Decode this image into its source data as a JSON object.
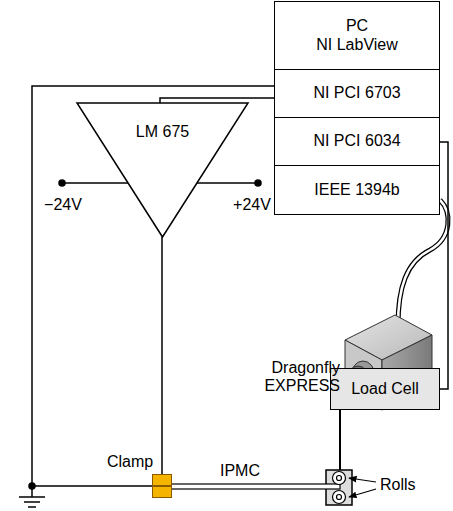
{
  "diagram": {
    "nodes": [
      {
        "text": [
          "PC",
          "NI LabView"
        ]
      },
      {
        "text": [
          "NI PCI 6703"
        ]
      },
      {
        "text": [
          "NI PCI 6034"
        ]
      },
      {
        "text": [
          "IEEE 1394b"
        ]
      },
      {
        "text": [
          "LM 675"
        ]
      },
      {
        "text": [
          "Load Cell"
        ]
      },
      {
        "text": [
          "Clamp"
        ]
      }
    ],
    "edges": [
      {
        "from": 1,
        "to": 4,
        "arrow": "none"
      },
      {
        "from": 1,
        "to": 6,
        "arrow": "none"
      },
      {
        "from": 4,
        "to": 6,
        "arrow": "none"
      },
      {
        "from": 5,
        "to": 2,
        "arrow": "none"
      }
    ],
    "labels": [
      "−24V",
      "+24V",
      "Dragonfly EXPRESS",
      "IPMC",
      "Rolls"
    ]
  }
}
